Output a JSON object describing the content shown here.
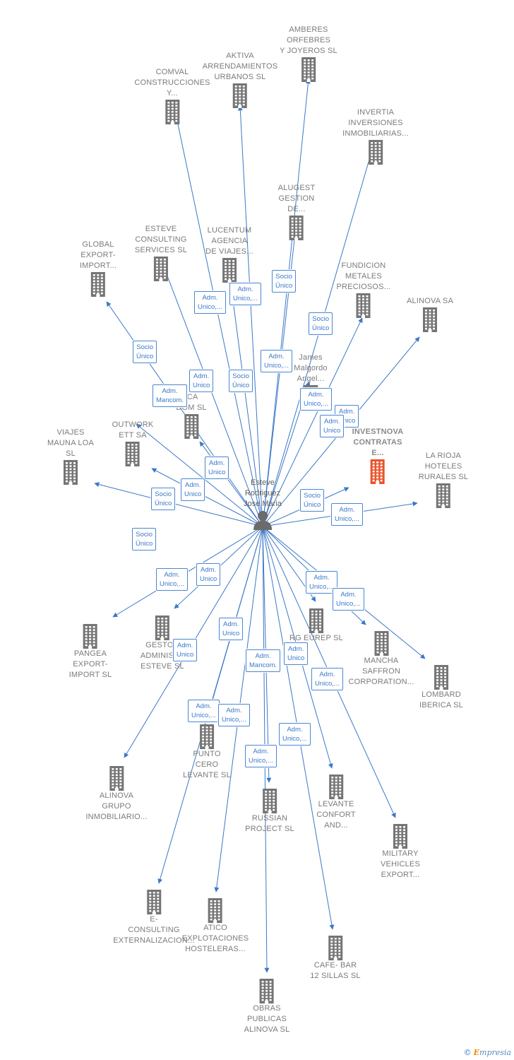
{
  "center": {
    "name": "Esteve\nRodriguez\nJose Maria",
    "icon": "person-icon"
  },
  "colors": {
    "edge": "#3b78c8",
    "building": "#757575",
    "highlight": "#e8542b"
  },
  "nodes": [
    {
      "id": "amberes",
      "label": "AMBERES\nORFEBRES\nY JOYEROS  SL"
    },
    {
      "id": "aktiva",
      "label": "AKTIVA\nARRENDAMIENTOS\nURBANOS  SL"
    },
    {
      "id": "comval",
      "label": "COMVAL\nCONSTRUCCIONES\nY..."
    },
    {
      "id": "invertia",
      "label": "INVERTIA\nINVERSIONES\nINMOBILIARIAS..."
    },
    {
      "id": "alugest",
      "label": "ALUGEST\nGESTION\nDE..."
    },
    {
      "id": "global",
      "label": "GLOBAL\nEXPORT-\nIMPORT..."
    },
    {
      "id": "esteve_consulting",
      "label": "ESTEVE\nCONSULTING\nSERVICES SL"
    },
    {
      "id": "lucentum",
      "label": "LUCENTUM\nAGENCIA\nDE VIAJES..."
    },
    {
      "id": "fundicion",
      "label": "FUNDICION\nMETALES\nPRECIOSOS..."
    },
    {
      "id": "alinova_sa",
      "label": "ALINOVA SA"
    },
    {
      "id": "james",
      "label": "James\nMalgordo\nAngel..."
    },
    {
      "id": "ica",
      "label": "ICA\nDOM  SL"
    },
    {
      "id": "outwork",
      "label": "OUTWORK\nETT SA"
    },
    {
      "id": "viajes",
      "label": "VIAJES\nMAUNA LOA\nSL"
    },
    {
      "id": "investnova",
      "label": "INVESTNOVA\nCONTRATAS\nE..."
    },
    {
      "id": "la_rioja",
      "label": "LA RIOJA\nHOTELES\nRURALES  SL"
    },
    {
      "id": "pangea",
      "label": "PANGEA\nEXPORT-\nIMPORT  SL"
    },
    {
      "id": "gestor",
      "label": "GESTOR\nADMINISTR\nESTEVE  SL"
    },
    {
      "id": "rg_eurep",
      "label": "RG EUREP SL"
    },
    {
      "id": "mancha",
      "label": "MANCHA\nSAFFRON\nCORPORATION..."
    },
    {
      "id": "lombard",
      "label": "LOMBARD\nIBERICA  SL"
    },
    {
      "id": "punto",
      "label": "PUNTO\nCERO\nLEVANTE SL"
    },
    {
      "id": "alinova_grupo",
      "label": "ALINOVA\nGRUPO\nINMOBILIARIO..."
    },
    {
      "id": "russian",
      "label": "RUSSIAN\nPROJECT SL"
    },
    {
      "id": "levante",
      "label": "LEVANTE\nCONFORT\nAND..."
    },
    {
      "id": "military",
      "label": "MILITARY\nVEHICLES\nEXPORT..."
    },
    {
      "id": "econsulting",
      "label": "E-\nCONSULTING\nEXTERNALIZACION..."
    },
    {
      "id": "atico",
      "label": "ATICO\nEXPLOTACIONES\nHOSTELERAS..."
    },
    {
      "id": "cafe",
      "label": "CAFE- BAR\n12 SILLAS  SL"
    },
    {
      "id": "obras",
      "label": "OBRAS\nPUBLICAS\nALINOVA  SL"
    }
  ],
  "badges": [
    {
      "id": "b_socio_unico_1",
      "text": "Socio\nÚnico"
    },
    {
      "id": "b_socio_unico_2",
      "text": "Socio\nÚnico"
    },
    {
      "id": "b_adm_unico_1",
      "text": "Adm.\nUnico,..."
    },
    {
      "id": "b_adm_unico_2",
      "text": "Adm.\nUnico,..."
    },
    {
      "id": "b_socio_unico_3",
      "text": "Socio\nÚnico"
    },
    {
      "id": "b_adm_unico_3",
      "text": "Adm.\nUnico,..."
    },
    {
      "id": "b_adm_unico_4",
      "text": "Adm.\nUnico"
    },
    {
      "id": "b_socio_unico_4",
      "text": "Socio\nÚnico"
    },
    {
      "id": "b_adm_mancom_1",
      "text": "Adm.\nMancom."
    },
    {
      "id": "b_adm_unico_5",
      "text": "Adm.\nUnico,..."
    },
    {
      "id": "b_adm_unico_6",
      "text": "Adm.\nUnico"
    },
    {
      "id": "b_adm_unico_7",
      "text": "Adm.\nUnico"
    },
    {
      "id": "b_adm_unico_8",
      "text": "Adm.\nUnico"
    },
    {
      "id": "b_socio_unico_5",
      "text": "Socio\nÚnico"
    },
    {
      "id": "b_adm_unico_9",
      "text": "Adm.\nUnico"
    },
    {
      "id": "b_socio_unico_6",
      "text": "Socio\nÚnico"
    },
    {
      "id": "b_adm_unico_10",
      "text": "Adm.\nUnico,..."
    },
    {
      "id": "b_socio_unico_7",
      "text": "Socio\nÚnico"
    },
    {
      "id": "b_adm_unico_11",
      "text": "Adm.\nUnico,..."
    },
    {
      "id": "b_adm_unico_12",
      "text": "Adm.\nUnico"
    },
    {
      "id": "b_adm_unico_13",
      "text": "Adm.\nUnico,..."
    },
    {
      "id": "b_adm_unico_14",
      "text": "Adm.\nUnico,..."
    },
    {
      "id": "b_adm_unico_15",
      "text": "Adm.\nUnico"
    },
    {
      "id": "b_adm_unico_16",
      "text": "Adm.\nUnico"
    },
    {
      "id": "b_adm_mancom_2",
      "text": "Adm.\nMancom."
    },
    {
      "id": "b_adm_unico_17",
      "text": "Adm.\nUnico"
    },
    {
      "id": "b_adm_unico_18",
      "text": "Adm.\nUnico,..."
    },
    {
      "id": "b_adm_unico_19",
      "text": "Adm.\nUnico,..."
    },
    {
      "id": "b_adm_unico_20",
      "text": "Adm.\nUnico,..."
    },
    {
      "id": "b_adm_unico_21",
      "text": "Adm.\nUnico,..."
    },
    {
      "id": "b_adm_unico_22",
      "text": "Adm.\nUnico,..."
    }
  ],
  "footer": {
    "copyright_symbol": "©",
    "brand_initial": "E",
    "brand_rest": "mpresia"
  }
}
